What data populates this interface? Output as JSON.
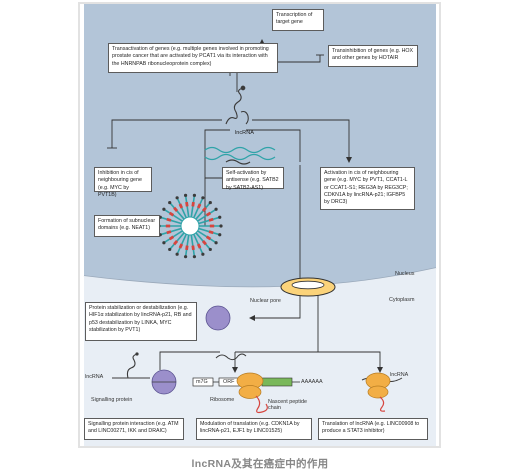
{
  "boxes": {
    "transcription": "Transcription of target gene",
    "transactivation": "Transactivation of genes (e.g. multiple genes involved in promoting prostate cancer that are activated by PCAT1 via its interaction with the HNRNPAB ribonucleoprotein complex)",
    "transinhibition": "Transinhibition of genes (e.g. HOX and other genes by HOTAIR",
    "inhibition_cis": "Inhibition in cis of neighbouring gene (e.g. MYC by PVT1B)",
    "self_activation": "Self-activation by antisense (e.g. SATB2 by SATB2-AS1)",
    "activation_cis": "Activation in cis of neighbouring gene (e.g. MYC by PVT1, CCAT1-L or CCAT1-S1; REG3A by REG3CP; CDKN1A by lincRNA-p21; IGFBP5 by DRC3)",
    "subnuclear": "Formation of subnuclear domains (e.g. NEAT1)",
    "protein_stab": "Protein stabilization or destabilization (e.g. HIF1α stabilization by lincRNA-p21, RB and p53 destabilization by LINKA, MYC stabilization by PVT1)",
    "signalling": "Signalling protein interaction (e.g. ATM and LINC00271, IKK and DRAIC)",
    "translation_mod": "Modulation of translation (e.g. CDKN1A by lincRNA-p21, EJF1 by LINC01525)",
    "translation_lnc": "Translation of lncRNA (e.g. LINC00908 to produce a STAT3 inhibitor)"
  },
  "labels": {
    "lncrna_center": "lncRNA",
    "nucleus": "Nucleus",
    "nuclear_pore": "Nuclear pore",
    "cytoplasm": "Cytoplasm",
    "lncrna_left": "lncRNA",
    "signalling_protein": "Signalling protein",
    "m7g": "m7G",
    "orf": "ORF",
    "polya": "AAAAAA",
    "ribosome": "Ribosome",
    "nascent": "Nascent peptide chain",
    "lncrna_right": "lncRNA"
  },
  "caption": "lncRNA及其在癌症中的作用",
  "colors": {
    "frame": "#e6e6e6",
    "nucleus_fill": "#b3c5d8",
    "cytoplasm_fill": "#e8eef5",
    "dna_teal": "#2fa3a8",
    "lncrna_strand": "#3b3b3b",
    "purple_protein": "#9b8fcb",
    "orange_ribosome": "#f2ae45",
    "red_chain": "#d6453f",
    "green_orf": "#79b85a",
    "pore_fill": "#fbd37a"
  }
}
